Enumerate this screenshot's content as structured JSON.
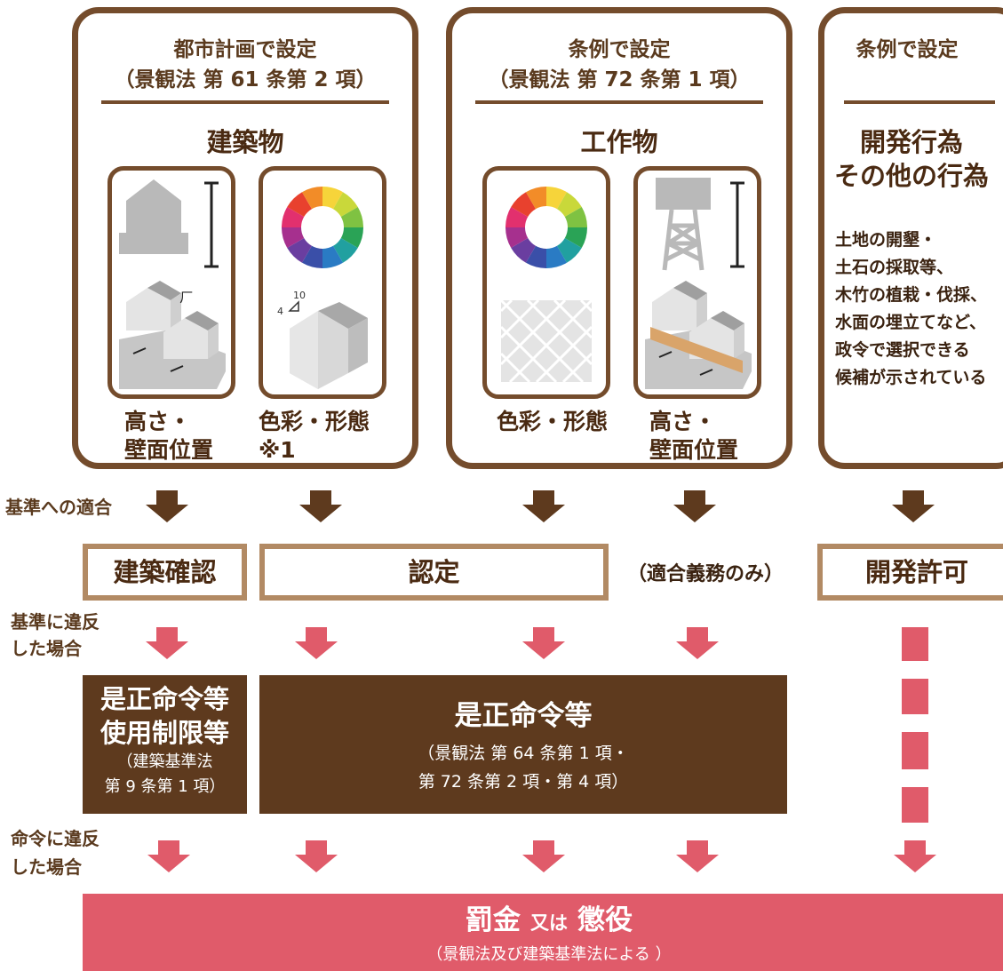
{
  "colors": {
    "brown": "#744c2c",
    "dark_brown": "#5e3a1e",
    "tan": "#b28a64",
    "pink": "#e05b6a",
    "gray": "#b9b9b9"
  },
  "panel_city": {
    "title1": "都市計画で設定",
    "title2": "（景観法 第 61 条第 2 項）",
    "heading": "建築物",
    "caption_left_1": "高さ・",
    "caption_left_2": "壁面位置",
    "caption_right_1": "色彩・形態",
    "caption_right_2": "※1"
  },
  "panel_ordinance": {
    "title1": "条例で設定",
    "title2": "（景観法 第 72 条第 1 項）",
    "heading": "工作物",
    "caption_left": "色彩・形態",
    "caption_right_1": "高さ・",
    "caption_right_2": "壁面位置"
  },
  "panel_dev": {
    "title": "条例で設定",
    "heading1": "開発行為",
    "heading2": "その他の行為",
    "lines": [
      "土地の開墾・",
      "土石の採取等、",
      "木竹の植栽・伐採、",
      "水面の埋立てなど、",
      "政令で選択できる",
      "候補が示されている"
    ]
  },
  "row_labels": {
    "conform": "基準への適合",
    "violate_std_1": "基準に違反",
    "violate_std_2": "した場合",
    "violate_order_1": "命令に違反",
    "violate_order_2": "した場合"
  },
  "boxes": {
    "building_confirm": "建築確認",
    "approval": "認定",
    "duty_only": "（適合義務のみ）",
    "dev_permit": "開発許可"
  },
  "orders_left": {
    "line1": "是正命令等",
    "line2": "使用制限等",
    "line3": "（建築基準法",
    "line4": "第 9 条第 1 項）"
  },
  "orders_main": {
    "title": "是正命令等",
    "line1": "（景観法 第 64 条第 1 項・",
    "line2": "第 72 条第 2 項・第 4 項）"
  },
  "penalty": {
    "word1": "罰金",
    "conj": "又は",
    "word2": "懲役",
    "note": "（景観法及び建築基準法による ）"
  },
  "icons": [
    "building-height-icon",
    "color-wheel-icon",
    "wall-position-icon",
    "building-form-icon",
    "tower-icon",
    "lattice-icon",
    "down-arrow-icon"
  ]
}
